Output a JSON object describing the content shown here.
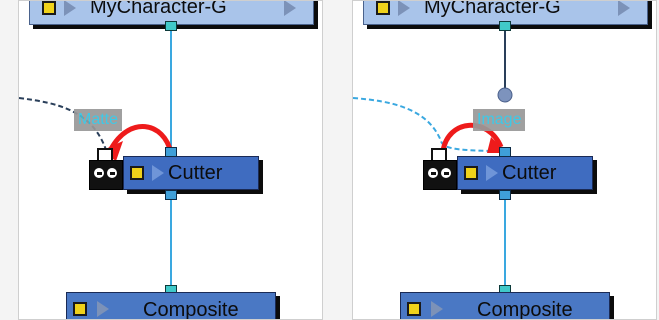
{
  "panels": {
    "left": {
      "top_node_label": "MyCharacter-G",
      "cutter_label": "Cutter",
      "bottom_node_label": "Composite",
      "port_tooltip": "Matte"
    },
    "right": {
      "top_node_label": "MyCharacter-G",
      "cutter_label": "Cutter",
      "bottom_node_label": "Composite",
      "port_tooltip": "Image"
    }
  },
  "colors": {
    "connection_line": "#3aa8e0",
    "dashed_connection_left": "#2a3f5a",
    "dashed_connection_right": "#3aa8e0",
    "arrow": "#ee1b1b",
    "node_blue": "#4a78c4",
    "node_header": "#a9c4ea",
    "tooltip_bg": "#999999",
    "tooltip_text": "#2ec5e6"
  },
  "icons": [
    "matte-mask-icon",
    "color-square-icon",
    "play-triangle-icon",
    "red-curved-arrow-icon"
  ]
}
